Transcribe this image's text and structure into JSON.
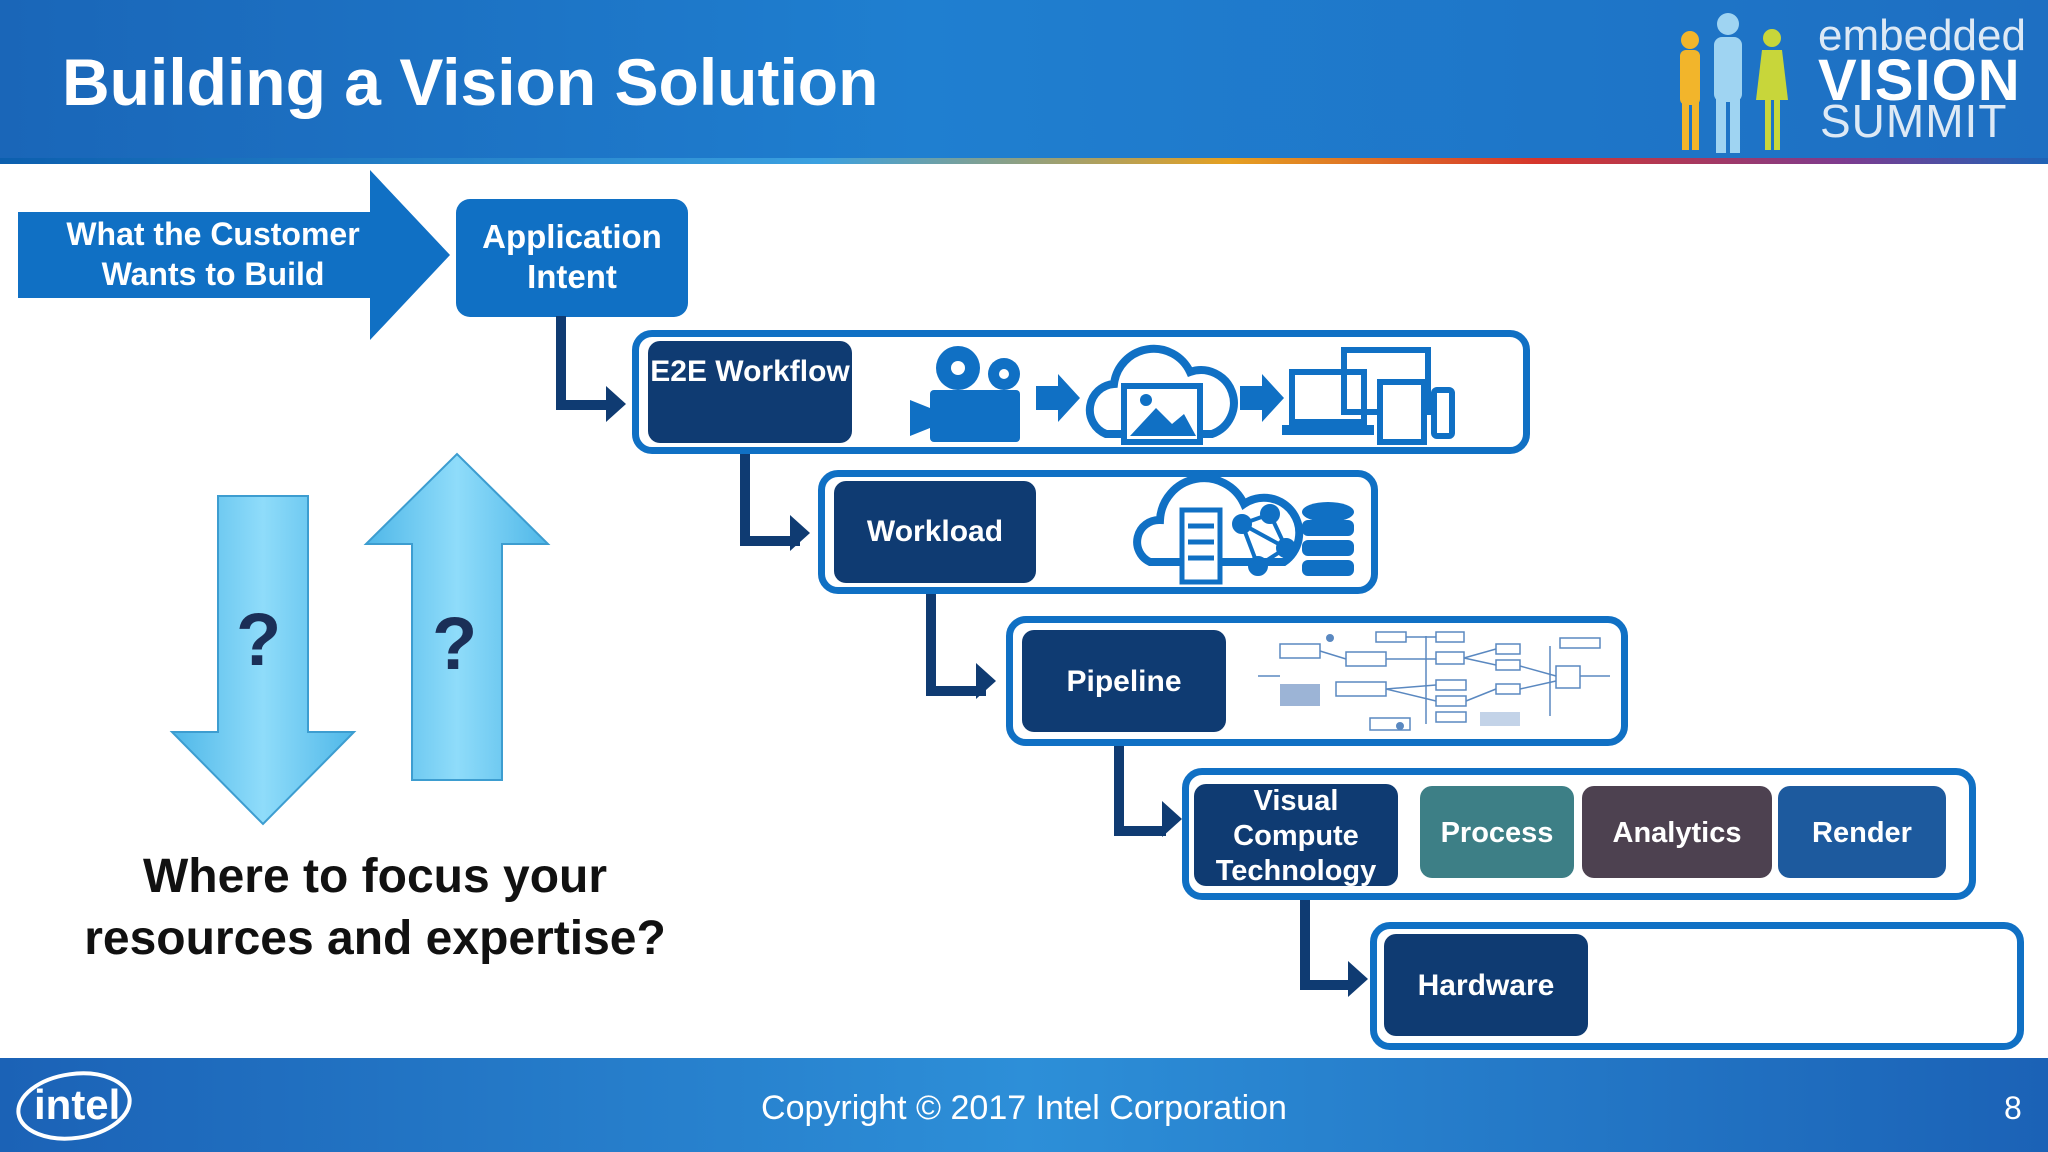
{
  "header": {
    "title": "Building a Vision Solution",
    "logo": {
      "line1": "embedded",
      "line2": "VISION",
      "line3": "SUMMIT"
    }
  },
  "left": {
    "customer_label": "What the Customer Wants to Build",
    "intent_label": "Application Intent",
    "question_marks": [
      "?",
      "?"
    ],
    "focus_text": "Where to focus your resources and expertise?"
  },
  "stairs": {
    "e2e": "E2E Workflow",
    "workload": "Workload",
    "pipeline": "Pipeline",
    "vct": "Visual Compute Technology",
    "process": "Process",
    "analytics": "Analytics",
    "render": "Render",
    "hardware": "Hardware"
  },
  "footer": {
    "copyright": "Copyright © 2017 Intel Corporation",
    "page_number": "8",
    "brand": "intel"
  },
  "colors": {
    "accent": "#1070c4",
    "dark_box": "#0f3b72",
    "process": "#3d7f86",
    "analytics": "#4d4150",
    "render": "#1d5a9e",
    "light_arrow": "#6cc8f0"
  },
  "icons": [
    "movie-camera-icon",
    "cloud-image-icon",
    "devices-icon",
    "cloud-server-icon",
    "network-icon",
    "database-icon",
    "pipeline-diagram-icon"
  ]
}
